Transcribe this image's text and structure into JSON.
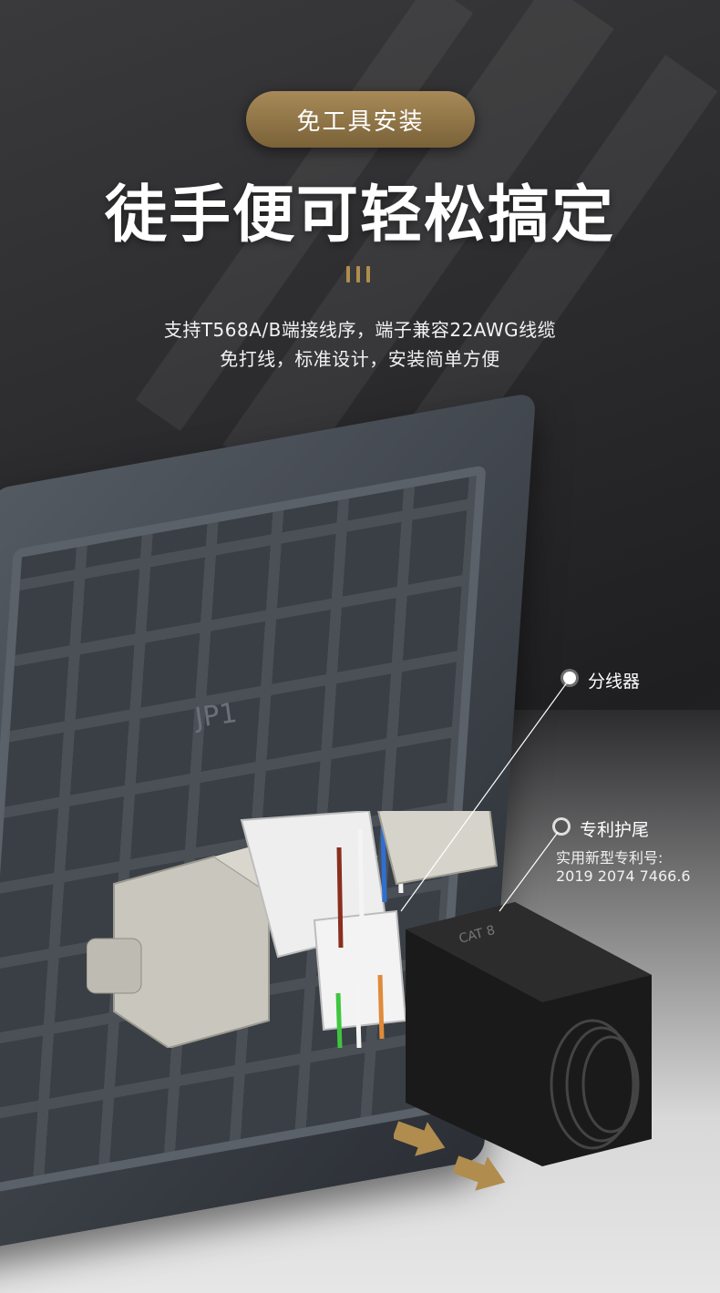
{
  "badge": {
    "text": "免工具安装"
  },
  "headline": {
    "text": "徒手便可轻松搞定"
  },
  "description": {
    "line1": "支持T568A/B端接线序，端子兼容22AWG线缆",
    "line2": "免打线，标准设计，安装简单方便"
  },
  "product": {
    "panel_mark": "JP1",
    "connector_mark": "CAT 8"
  },
  "callouts": [
    {
      "label": "分线器"
    },
    {
      "label": "专利护尾",
      "sub1": "实用新型专利号:",
      "sub2": "2019 2074 7466.6"
    }
  ],
  "colors": {
    "gold": "#b08c4e",
    "cable_teal": "#36b3b8",
    "background": "#2a2a2c"
  }
}
